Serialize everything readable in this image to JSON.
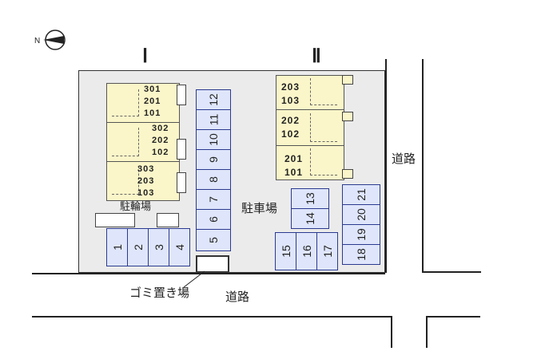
{
  "buildings": [
    {
      "id": "I",
      "label": "Ⅰ"
    },
    {
      "id": "II",
      "label": "Ⅱ"
    }
  ],
  "units_I": {
    "stack_a": [
      "301",
      "201",
      "101"
    ],
    "stack_b": [
      "302",
      "202",
      "102"
    ],
    "stack_c": [
      "303",
      "203",
      "103"
    ]
  },
  "units_II": {
    "stack_a": [
      "203",
      "103"
    ],
    "stack_b": [
      "202",
      "102"
    ],
    "stack_c": [
      "201",
      "101"
    ]
  },
  "parking": {
    "row_bottom_left": [
      "1",
      "2",
      "3",
      "4"
    ],
    "column_center": [
      "12",
      "11",
      "10",
      "9",
      "8",
      "7",
      "6",
      "5"
    ],
    "block_13_14": [
      "13",
      "14"
    ],
    "row_15_17": [
      "15",
      "16",
      "17"
    ],
    "column_18_21": [
      "21",
      "20",
      "19",
      "18"
    ]
  },
  "labels": {
    "parking_lot": "駐車場",
    "bicycle_parking": "駐輪場",
    "garbage": "ゴミ置き場",
    "road_east": "道路",
    "road_south": "道路",
    "north": "N"
  },
  "colors": {
    "building_fill": "#fbf6c9",
    "parking_fill": "#dfe6fb",
    "parking_border": "#2b3a8f",
    "lot_fill": "#ebebeb"
  }
}
